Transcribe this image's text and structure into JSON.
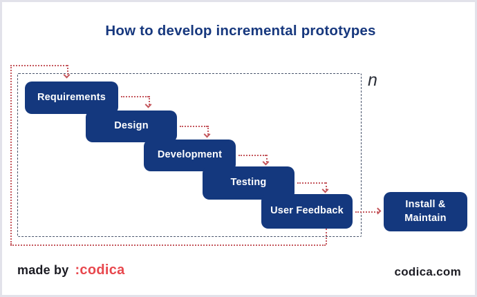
{
  "title": "How to develop incremental prototypes",
  "iteration": {
    "label": "n"
  },
  "steps": [
    {
      "label": "Requirements"
    },
    {
      "label": "Design"
    },
    {
      "label": "Development"
    },
    {
      "label": "Testing"
    },
    {
      "label": "User Feedback"
    }
  ],
  "final_step": {
    "line1": "Install &",
    "line2": "Maintain"
  },
  "footer": {
    "made_by": "made by",
    "brand": ":codica",
    "site": "codica.com"
  },
  "colors": {
    "box_navy": "#14387E",
    "title_navy": "#17387E",
    "arrow_red": "#C4565C",
    "brand_red": "#E8474D",
    "boundary_dash": "#47536B"
  }
}
